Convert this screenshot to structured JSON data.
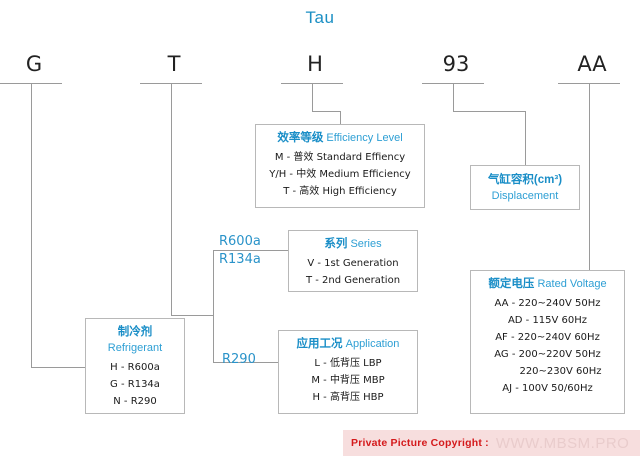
{
  "title": "Tau",
  "codes": [
    {
      "label": "G",
      "name": "code-g"
    },
    {
      "label": "T",
      "name": "code-t"
    },
    {
      "label": "H",
      "name": "code-h"
    },
    {
      "label": "93",
      "name": "code-93"
    },
    {
      "label": "AA",
      "name": "code-aa"
    }
  ],
  "efficiency": {
    "head_cn": "效率等级",
    "head_en": "Efficiency Level",
    "rows": [
      "M   -   普效  Standard  Effiency",
      "Y/H -   中效  Medium Efficiency",
      "T   -   高效  High Efficiency"
    ]
  },
  "displacement": {
    "head_cn": "气缸容积(cm³)",
    "head_en": "Displacement"
  },
  "series": {
    "head_cn": "系列",
    "head_en": "Series",
    "rows": [
      "V  -  1st Generation",
      "T  -  2nd Generation"
    ]
  },
  "application": {
    "head_cn": "应用工况",
    "head_en": "Application",
    "rows": [
      "L  -  低背压  LBP",
      "M -  中背压  MBP",
      "H  -  高背压  HBP"
    ]
  },
  "refrigerant": {
    "head_cn": "制冷剂",
    "head_en": "Refrigerant",
    "rows": [
      "H - R600a",
      "G - R134a",
      "N - R290"
    ]
  },
  "voltage": {
    "head_cn": "额定电压",
    "head_en": "Rated Voltage",
    "rows": [
      "AA - 220~240V 50Hz",
      "AD - 115V 60Hz",
      "AF - 220~240V 60Hz",
      "AG - 200~220V 50Hz",
      "220~230V 60Hz",
      "AJ - 100V 50/60Hz"
    ]
  },
  "tags": [
    {
      "label": "R600a",
      "name": "tag-r600a"
    },
    {
      "label": "R134a",
      "name": "tag-r134a"
    },
    {
      "label": "R290",
      "name": "tag-r290"
    }
  ],
  "footer": {
    "copyright": "Private Picture Copyright :",
    "watermark": "WWW.MBSM.PRO"
  },
  "colors": {
    "accent_blue": "#1a8ec7",
    "light_blue": "#2e9fd4",
    "line_gray": "#9a9a9a",
    "copyright_red": "#d4191b",
    "footer_band": "#f7dede"
  }
}
